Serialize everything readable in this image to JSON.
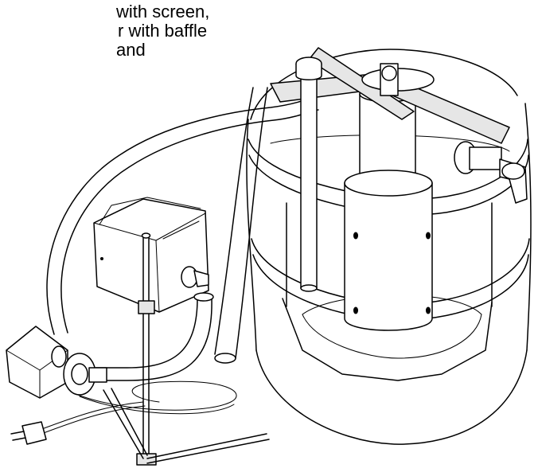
{
  "caption": {
    "lines": [
      "with screen,",
      "r with baffle",
      "and"
    ]
  }
}
